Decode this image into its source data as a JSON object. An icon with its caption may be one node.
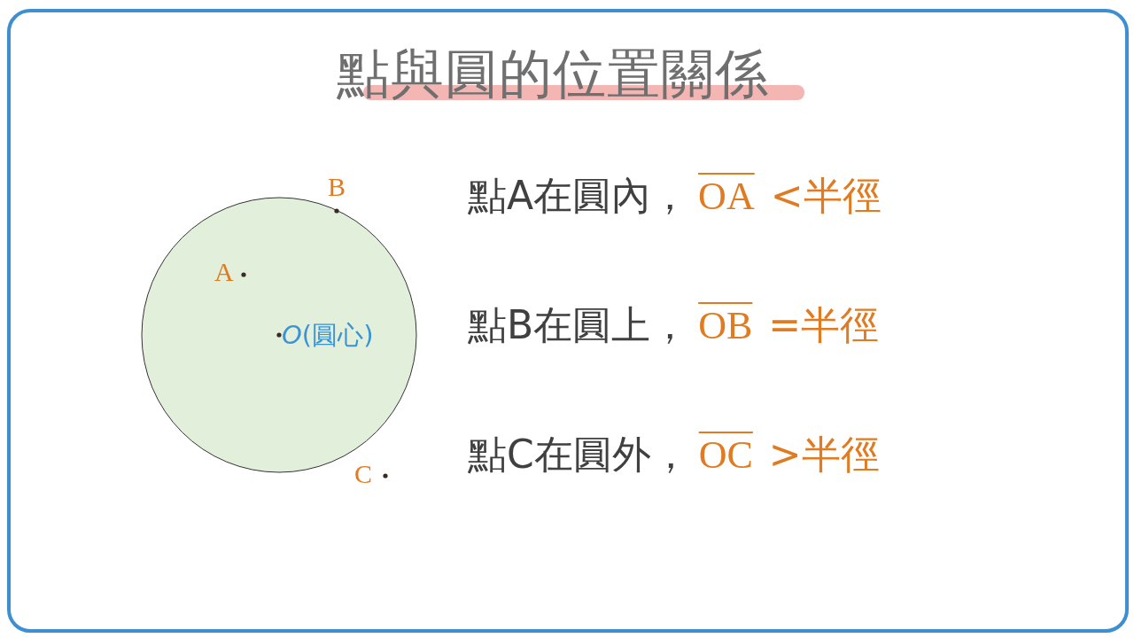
{
  "diagram": {
    "title": "點與圓的位置關係",
    "labels": [
      "B",
      "點A在圓內，",
      "OA",
      "<半徑",
      "A",
      "*O*(圓心)",
      "點B在圓上，",
      "OB",
      "=半徑",
      "C",
      "點C在圓外，",
      "OC",
      ">半徑"
    ]
  }
}
